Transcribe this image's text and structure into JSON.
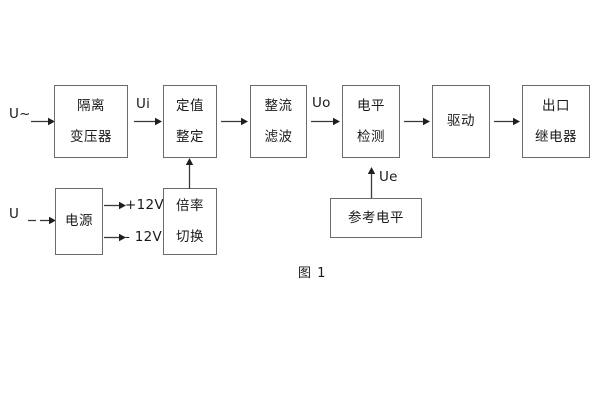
{
  "figure": {
    "caption": "图 1",
    "type": "block-diagram"
  },
  "blocks": [
    {
      "id": "isolation-transformer",
      "lines": [
        "隔离",
        "变压器"
      ]
    },
    {
      "id": "setting-value",
      "lines": [
        "定值",
        "整定"
      ]
    },
    {
      "id": "rectify-filter",
      "lines": [
        "整流",
        "滤波"
      ]
    },
    {
      "id": "level-detection",
      "lines": [
        "电平",
        "检测"
      ]
    },
    {
      "id": "drive",
      "lines": [
        "驱动"
      ]
    },
    {
      "id": "output-relay",
      "lines": [
        "出口",
        "继电器"
      ]
    },
    {
      "id": "power-supply",
      "lines": [
        "电源"
      ]
    },
    {
      "id": "multiplier-switch",
      "lines": [
        "倍率",
        "切换"
      ]
    },
    {
      "id": "reference-level",
      "lines": [
        "参考电平"
      ]
    }
  ],
  "signals": {
    "input_ac": "U~",
    "input_dc": "U",
    "ui": "Ui",
    "uo": "Uo",
    "ue": "Ue",
    "rail_positive": "+12V",
    "rail_negative": "- 12V"
  },
  "colors": {
    "background": "#ffffff",
    "box_border": "#6b6b6b",
    "line": "#3a3a3a",
    "text": "#1a1a1a"
  }
}
